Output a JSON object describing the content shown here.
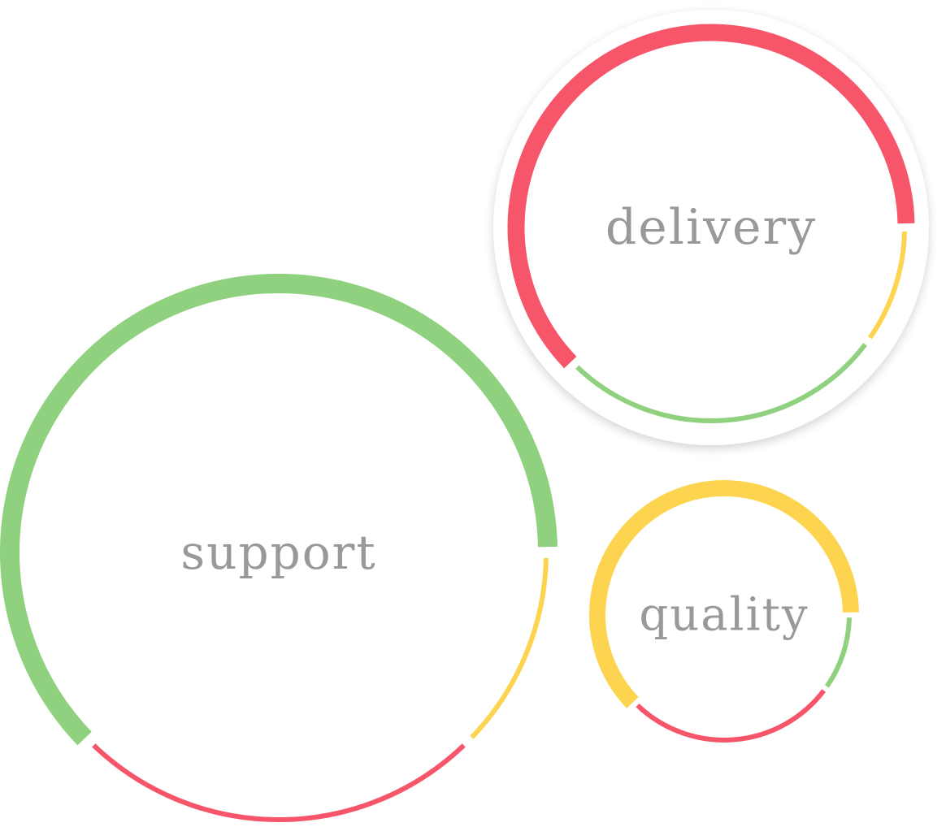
{
  "chart_data": {
    "type": "bubble-donut",
    "title": "",
    "unit": "percent of ring",
    "colors": {
      "red": "#f7566a",
      "green": "#8fd17f",
      "yellow": "#fdd44f"
    },
    "bubbles": [
      {
        "label": "support",
        "segments": [
          {
            "color": "#fdd44f",
            "value": 12.5
          },
          {
            "color": "#f7566a",
            "value": 25
          },
          {
            "color": "#8fd17f",
            "value": 62.5,
            "emphasized": true
          }
        ]
      },
      {
        "label": "delivery",
        "segments": [
          {
            "color": "#fdd44f",
            "value": 10
          },
          {
            "color": "#8fd17f",
            "value": 27.5
          },
          {
            "color": "#f7566a",
            "value": 62.5,
            "emphasized": true
          }
        ]
      },
      {
        "label": "quality",
        "segments": [
          {
            "color": "#8fd17f",
            "value": 10
          },
          {
            "color": "#f7566a",
            "value": 27.5
          },
          {
            "color": "#fdd44f",
            "value": 62.5,
            "emphasized": true
          }
        ]
      }
    ]
  }
}
